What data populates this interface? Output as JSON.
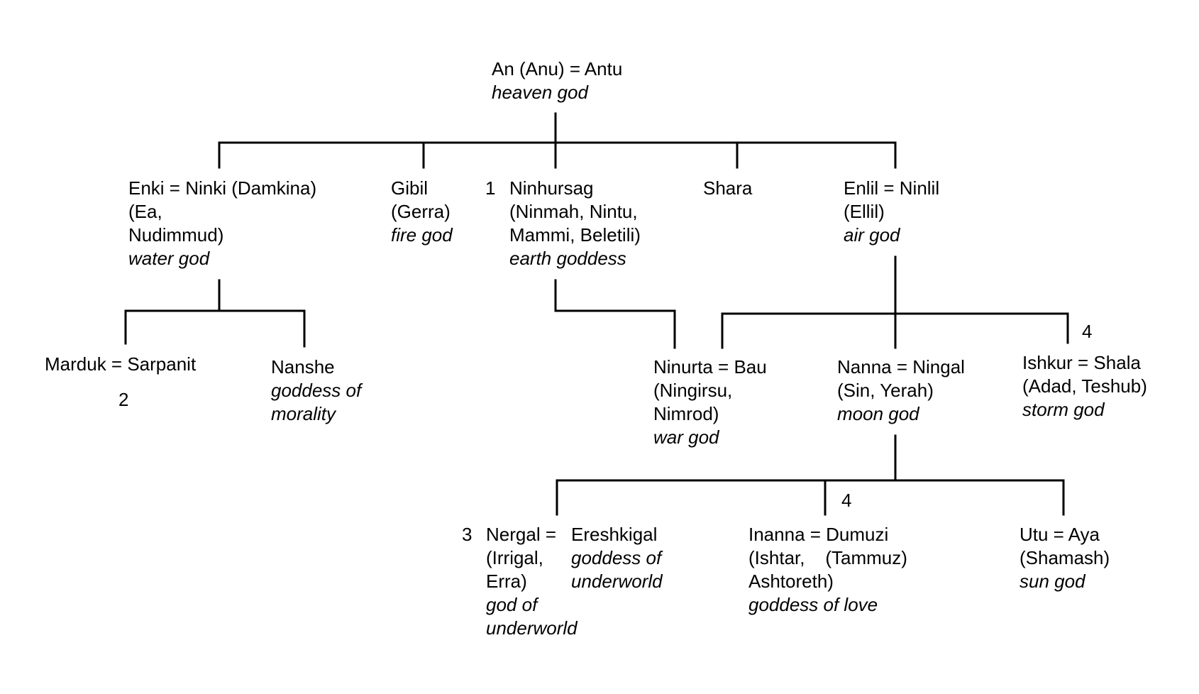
{
  "nodes": {
    "anu": {
      "lines": [
        "An (Anu) = Antu"
      ],
      "desc": [
        "heaven god"
      ]
    },
    "enki": {
      "lines": [
        "Enki = Ninki (Damkina)",
        "(Ea,",
        "Nudimmud)"
      ],
      "desc": [
        "water god"
      ]
    },
    "gibil": {
      "lines": [
        "Gibil",
        "(Gerra)"
      ],
      "desc": [
        "fire god"
      ]
    },
    "ninhursag": {
      "lines": [
        "Ninhursag",
        "(Ninmah, Nintu,",
        "Mammi, Beletili)"
      ],
      "desc": [
        "earth goddess"
      ]
    },
    "shara": {
      "lines": [
        "Shara"
      ],
      "desc": []
    },
    "enlil": {
      "lines": [
        "Enlil = Ninlil",
        "(Ellil)"
      ],
      "desc": [
        "air god"
      ]
    },
    "marduk": {
      "lines": [
        "Marduk = Sarpanit"
      ],
      "desc": []
    },
    "nanshe": {
      "lines": [
        "Nanshe"
      ],
      "desc": [
        "goddess of",
        "morality"
      ]
    },
    "ninurta": {
      "lines": [
        "Ninurta = Bau",
        "(Ningirsu,",
        "Nimrod)"
      ],
      "desc": [
        "war god"
      ]
    },
    "nanna": {
      "lines": [
        "Nanna = Ningal",
        "(Sin, Yerah)"
      ],
      "desc": [
        "moon god"
      ]
    },
    "ishkur": {
      "lines": [
        "Ishkur = Shala",
        "(Adad, Teshub)"
      ],
      "desc": [
        "storm god"
      ]
    },
    "nergal": {
      "lines": [
        "Nergal =",
        "(Irrigal,",
        "Erra)"
      ],
      "desc": [
        "god of",
        "underworld"
      ]
    },
    "ereshkigal": {
      "lines": [
        "Ereshkigal"
      ],
      "desc": [
        "goddess of",
        "underworld"
      ]
    },
    "inanna": {
      "lines": [
        "Inanna = Dumuzi",
        "(Ishtar,    (Tammuz)",
        "Ashtoreth)"
      ],
      "desc": [
        "goddess of love"
      ]
    },
    "utu": {
      "lines": [
        "Utu = Aya",
        "(Shamash)"
      ],
      "desc": [
        "sun god"
      ]
    }
  },
  "notes": {
    "n1": "1",
    "n2": "2",
    "n3": "3",
    "n4a": "4",
    "n4b": "4"
  }
}
